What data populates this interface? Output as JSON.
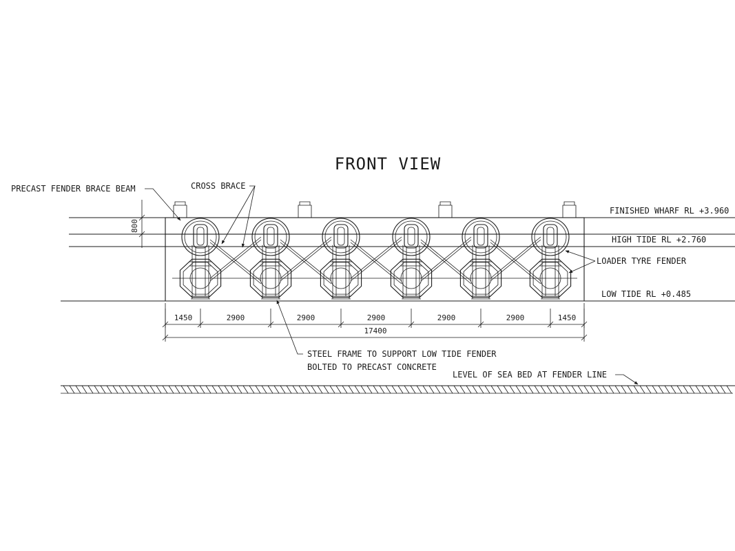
{
  "title": "FRONT VIEW",
  "labels": {
    "brace_beam": "PRECAST FENDER BRACE BEAM",
    "cross_brace": "CROSS BRACE",
    "loader_tyre": "LOADER TYRE FENDER",
    "steel_frame_1": "STEEL FRAME TO SUPPORT LOW TIDE FENDER",
    "steel_frame_2": "BOLTED TO PRECAST CONCRETE",
    "sea_bed": "LEVEL OF SEA BED  AT FENDER LINE"
  },
  "levels": {
    "finished_wharf": "FINISHED WHARF RL +3.960",
    "high_tide": "HIGH TIDE RL +2.760",
    "low_tide": "LOW TIDE RL +0.485"
  },
  "dimensions": {
    "beam_depth": "800",
    "spans": [
      "1450",
      "2900",
      "2900",
      "2900",
      "2900",
      "2900",
      "1450"
    ],
    "total": "17400"
  },
  "colors": {
    "line": "#1a1a1a",
    "background": "#ffffff"
  }
}
